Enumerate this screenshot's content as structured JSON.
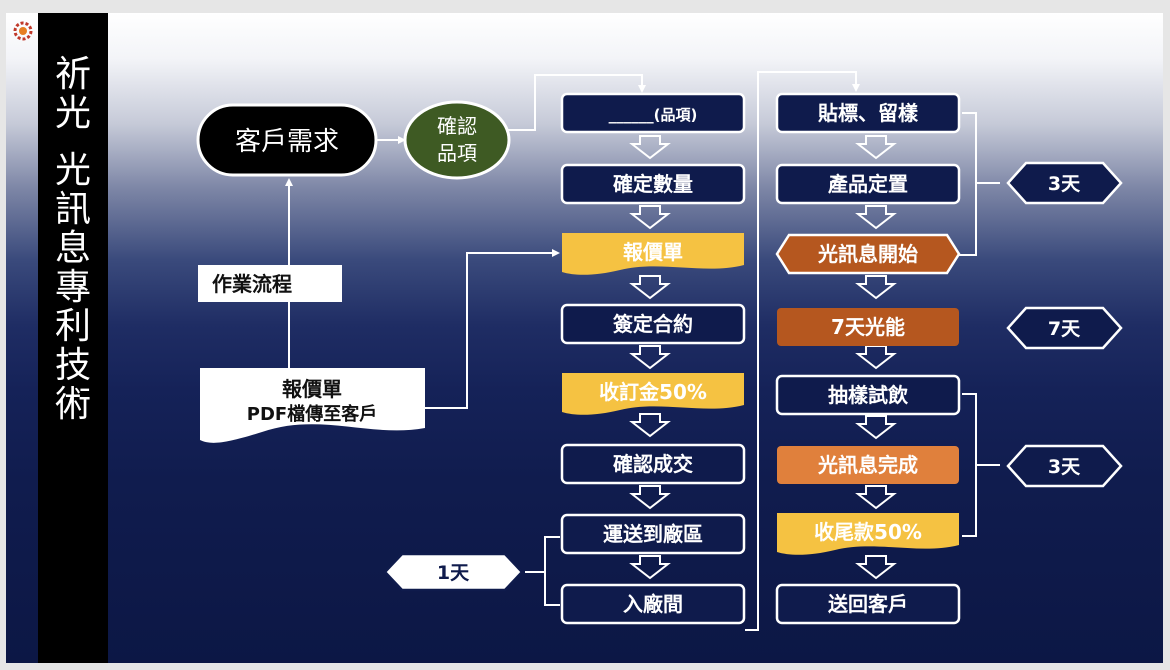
{
  "title_chars": [
    "祈",
    "光",
    "",
    "光",
    "訊",
    "息",
    "專",
    "利",
    "技",
    "術"
  ],
  "customer_need": "客戶需求",
  "confirm_item": [
    "確認",
    "品項"
  ],
  "process_label": "作業流程",
  "quote_doc": [
    "報價單",
    "PDF檔傳至客戶"
  ],
  "col1": [
    "______(品項)",
    "確定數量",
    "報價單",
    "簽定合約",
    "收訂金50%",
    "確認成交",
    "運送到廠區",
    "入廠間"
  ],
  "col2": [
    "貼標、留樣",
    "產品定置",
    "光訊息開始",
    "7天光能",
    "抽樣試飲",
    "光訊息完成",
    "收尾款50%",
    "送回客戶"
  ],
  "durations": {
    "d1": "1天",
    "d3a": "3天",
    "d7": "7天",
    "d3b": "3天"
  },
  "colors": {
    "navy": "#0f1b4c",
    "yellow": "#f5c242",
    "dark_orange": "#b5571f",
    "orange": "#e0803c",
    "olive": "#3e5a23"
  }
}
